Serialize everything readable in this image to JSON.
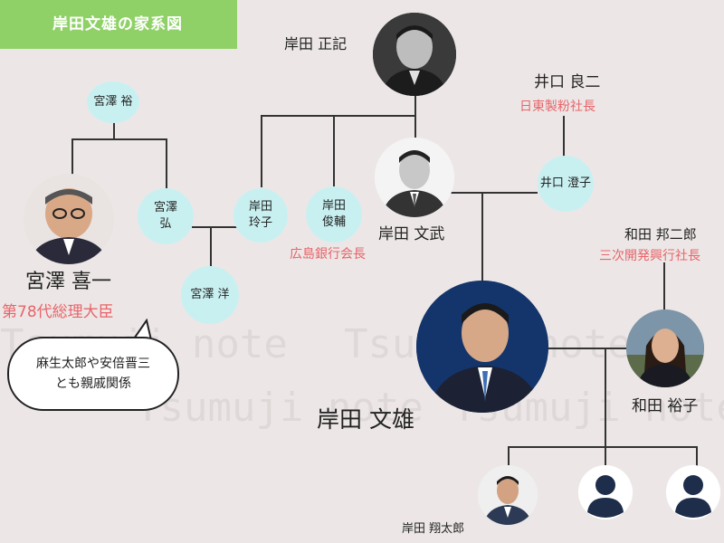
{
  "header": {
    "title": "岸田文雄の家系図"
  },
  "watermark": {
    "text": "Tsumuji note"
  },
  "persons": {
    "kishida_masaki": {
      "name": "岸田 正記"
    },
    "miyazawa_yutaka": {
      "name": "宮澤 裕"
    },
    "inokuchi_ryoji": {
      "name": "井口 良二",
      "title": "日東製粉社長"
    },
    "miyazawa_hiroshi": {
      "name_line1": "宮澤",
      "name_line2": "弘"
    },
    "kishida_reiko": {
      "name_line1": "岸田",
      "name_line2": "玲子"
    },
    "kishida_shunsuke": {
      "name_line1": "岸田",
      "name_line2": "俊輔",
      "title": "広島銀行会長"
    },
    "kishida_fumitake": {
      "name": "岸田 文武"
    },
    "inokuchi_sumiko": {
      "name": "井口 澄子"
    },
    "miyazawa_kiichi": {
      "name": "宮澤 喜一",
      "title": "第78代総理大臣"
    },
    "miyazawa_yo": {
      "name": "宮澤 洋"
    },
    "wada_kunijiro": {
      "name": "和田 邦二郎",
      "title": "三次開発興行社長"
    },
    "kishida_fumio": {
      "name": "岸田 文雄"
    },
    "wada_yuko": {
      "name": "和田 裕子"
    },
    "kishida_shotaro": {
      "name": "岸田 翔太郎"
    }
  },
  "note": {
    "line1": "麻生太郎や安倍晋三",
    "line2": "とも親戚関係"
  },
  "colors": {
    "banner": "#8fd167",
    "circle": "#c9f0f1",
    "title_red": "#e8646a",
    "background": "#ece7e6"
  },
  "icons": {
    "unknown_child": "person-silhouette-icon"
  }
}
